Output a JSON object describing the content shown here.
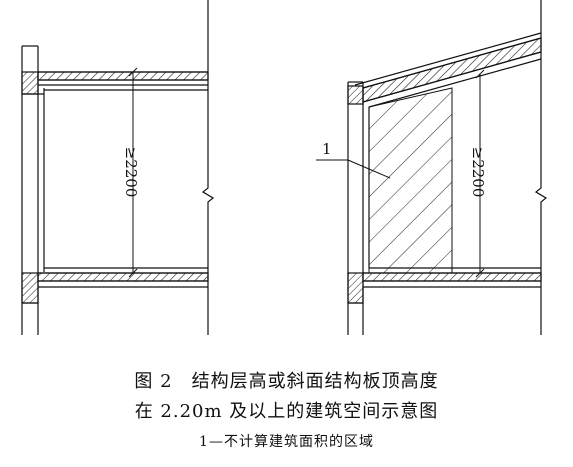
{
  "figure": {
    "left_height_label": "≥2200",
    "right_height_label": "≥2200",
    "callout_number": "1"
  },
  "caption": {
    "line1": "图 2　结构层高或斜面结构板顶高度",
    "line2": "在 2.20m 及以上的建筑空间示意图",
    "line3": "1—不计算建筑面积的区域"
  }
}
